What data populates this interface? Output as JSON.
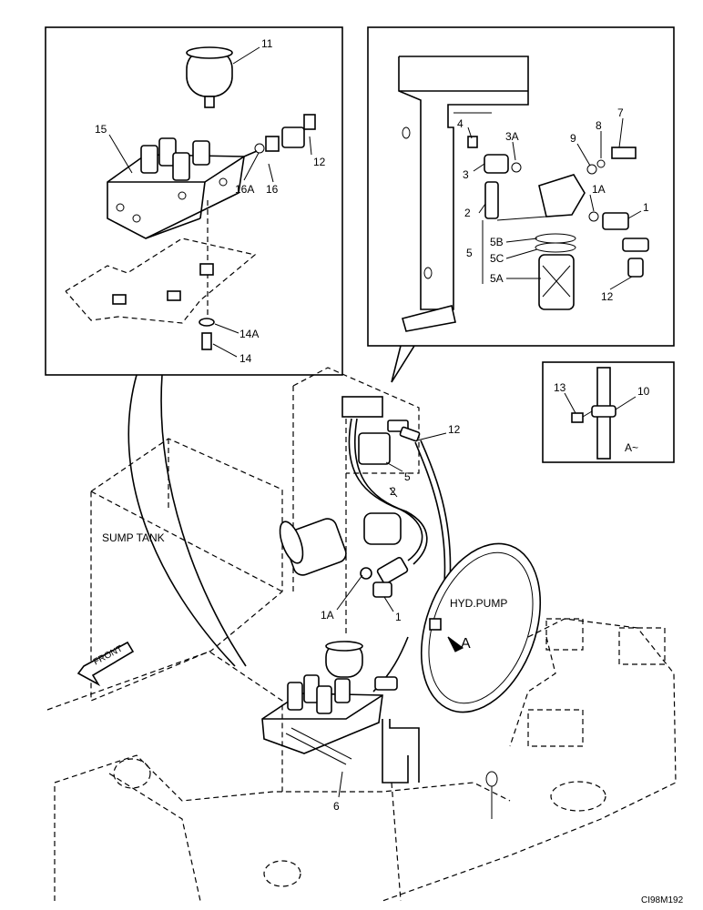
{
  "callouts": {
    "c11": "11",
    "c15": "15",
    "c16": "16",
    "c16a": "16A",
    "c12_top_left": "12",
    "c14a": "14A",
    "c14": "14",
    "c4": "4",
    "c3a": "3A",
    "c3": "3",
    "c9": "9",
    "c8": "8",
    "c7": "7",
    "c1a_top": "1A",
    "c1_top": "1",
    "c2_top": "2",
    "c5b": "5B",
    "c5c": "5C",
    "c5": "5",
    "c5a": "5A",
    "c12_top_right": "12",
    "c13": "13",
    "c10": "10",
    "view_a_label": "A~",
    "c12_main": "12",
    "c5_main": "5",
    "c2_main": "2",
    "c1a_main": "1A",
    "c1_main": "1",
    "c6": "6",
    "arrow_a": "A"
  },
  "labels": {
    "sump_tank": "SUMP TANK",
    "hyd_pump": "HYD.PUMP",
    "front": "FRONT",
    "drawing_code": "CI98M192"
  }
}
